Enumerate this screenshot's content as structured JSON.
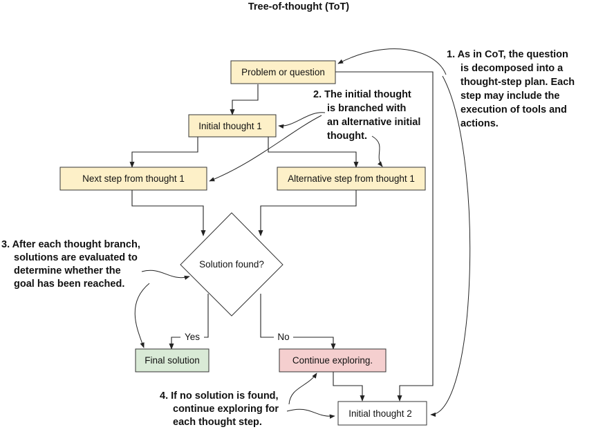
{
  "title": "Tree-of-thought (ToT)",
  "colors": {
    "process_fill": "#fdf0c8",
    "final_fill": "#d9ead6",
    "continue_fill": "#f5cfcf",
    "plain_fill": "#ffffff",
    "line": "#222222"
  },
  "nodes": {
    "problem": "Problem or question",
    "initial1": "Initial thought 1",
    "next_step": "Next step from thought 1",
    "alt_step": "Alternative step from thought 1",
    "decision": "Solution found?",
    "final": "Final solution",
    "continue": "Continue exploring.",
    "initial2": "Initial thought 2"
  },
  "edge_labels": {
    "yes": "Yes",
    "no": "No"
  },
  "annotations": {
    "a1": [
      "1. As in CoT, the question",
      "is decomposed into a",
      "thought-step plan. Each",
      "step may include the",
      "execution of tools and",
      "actions."
    ],
    "a2": [
      "2. The initial thought",
      "is branched with",
      "an alternative initial",
      "thought."
    ],
    "a3": [
      "3. After each thought branch,",
      "solutions are evaluated to",
      "determine whether the",
      "goal has been reached."
    ],
    "a4": [
      "4. If no solution is found,",
      "continue exploring for",
      "each thought step."
    ]
  }
}
